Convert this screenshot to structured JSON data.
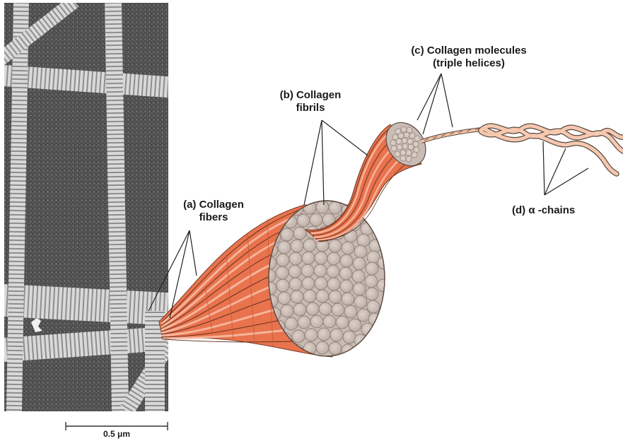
{
  "labels": {
    "fibers": {
      "line1": "(a) Collagen",
      "line2": "fibers"
    },
    "fibrils": {
      "line1": "(b) Collagen",
      "line2": "fibrils"
    },
    "molecules": {
      "line1": "(c) Collagen molecules",
      "line2": "(triple helices)"
    },
    "chains": {
      "text": "(d) α -chains"
    }
  },
  "scale_bar": {
    "label": "0.5 μm"
  },
  "colors": {
    "fiber_outer": "#e8734d",
    "fiber_light": "#f6b49a",
    "fibril_face": "#c9bcb4",
    "fibril_edge": "#8f7f77",
    "micrograph_bg": "#5c5c5c",
    "micrograph_fiber": "#d8d8d8"
  }
}
